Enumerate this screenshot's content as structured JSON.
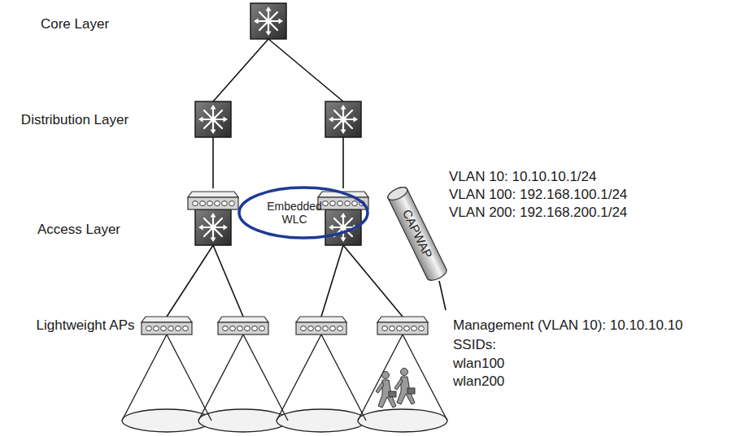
{
  "diagram": {
    "nodes": [
      {
        "text": [
          "Embedded WLC"
        ]
      },
      {
        "text": [
          "CAPWAP"
        ]
      }
    ],
    "labels": [
      "Core Layer",
      "Distribution Layer",
      "Access Layer",
      "Lightweight APs",
      "VLAN 10: 10.10.10.1/24",
      "VLAN 100: 192.168.100.1/24",
      "VLAN 200: 192.168.200.1/24",
      "Management (VLAN 10): 10.10.10.10",
      "SSIDs:",
      "wlan100",
      "wlan200"
    ]
  }
}
